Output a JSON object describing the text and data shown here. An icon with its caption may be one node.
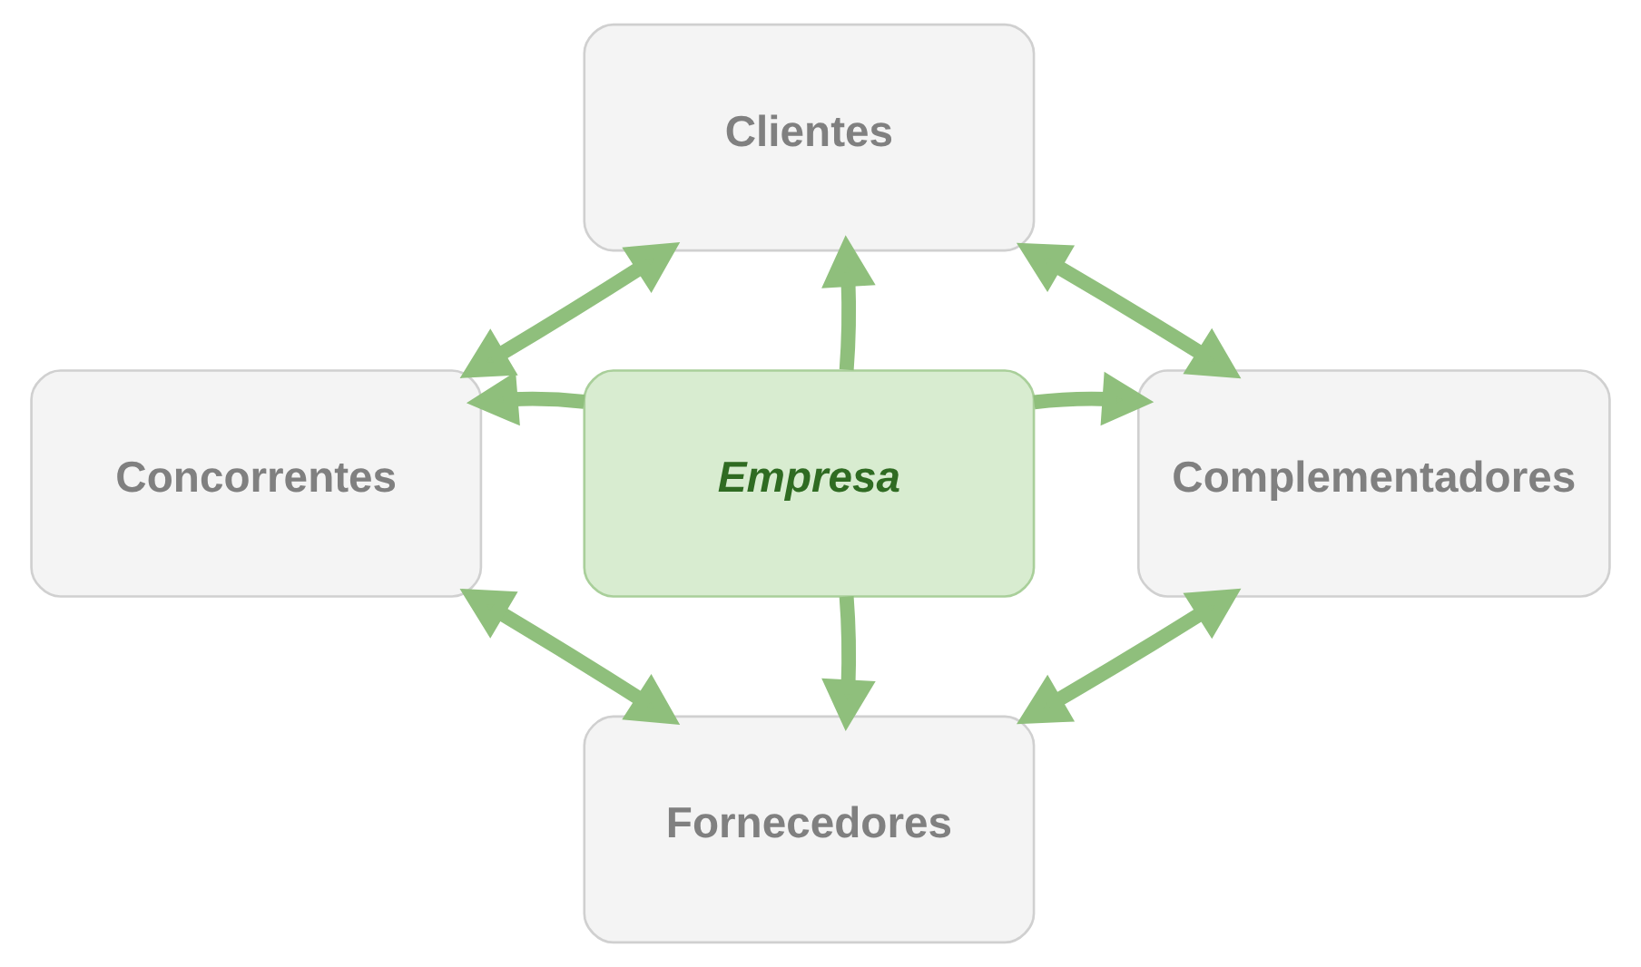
{
  "diagram": {
    "nodes": [
      {
        "text": [
          "Clientes"
        ]
      },
      {
        "text": [
          "Concorrentes"
        ]
      },
      {
        "text": [
          "Empresa"
        ]
      },
      {
        "text": [
          "Complementadores"
        ]
      },
      {
        "text": [
          "Fornecedores"
        ]
      }
    ],
    "edges": [
      {
        "from": 2,
        "to": 0,
        "arrow": "to"
      },
      {
        "from": 2,
        "to": 1,
        "arrow": "to"
      },
      {
        "from": 2,
        "to": 3,
        "arrow": "to"
      },
      {
        "from": 2,
        "to": 4,
        "arrow": "to"
      },
      {
        "from": 1,
        "to": 0,
        "arrow": "both"
      },
      {
        "from": 0,
        "to": 3,
        "arrow": "both"
      },
      {
        "from": 1,
        "to": 4,
        "arrow": "both"
      },
      {
        "from": 4,
        "to": 3,
        "arrow": "both"
      }
    ]
  }
}
